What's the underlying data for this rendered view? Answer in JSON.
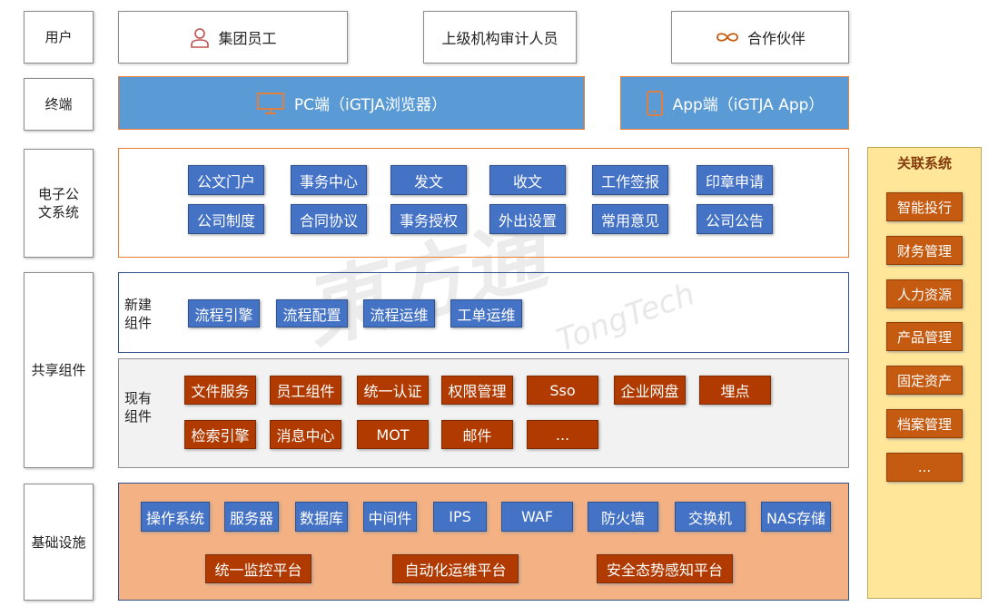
{
  "layers": {
    "users": "用户",
    "terminal": "终端",
    "edoc": "电子公文系统",
    "shared": "共享组件",
    "infra": "基础设施"
  },
  "users": [
    "集团员工",
    "上级机构审计人员",
    "合作伙伴"
  ],
  "terminals": [
    "PC端（iGTJA浏览器）",
    "App端（iGTJA App）"
  ],
  "edoc_items": [
    "公文门户",
    "事务中心",
    "发文",
    "收文",
    "工作签报",
    "印章申请",
    "公司制度",
    "合同协议",
    "事务授权",
    "外出设置",
    "常用意见",
    "公司公告"
  ],
  "new_components": {
    "label": "新建组件",
    "items": [
      "流程引擎",
      "流程配置",
      "流程运维",
      "工单运维"
    ]
  },
  "existing_components": {
    "label": "现有组件",
    "items": [
      "文件服务",
      "员工组件",
      "统一认证",
      "权限管理",
      "Sso",
      "企业网盘",
      "埋点",
      "检索引擎",
      "消息中心",
      "MOT",
      "邮件",
      "..."
    ]
  },
  "infra_items": [
    "操作系统",
    "服务器",
    "数据库",
    "中间件",
    "IPS",
    "WAF",
    "防火墙",
    "交换机",
    "NAS存储"
  ],
  "infra_platforms": [
    "统一监控平台",
    "自动化运维平台",
    "安全态势感知平台"
  ],
  "related": {
    "title": "关联系统",
    "items": [
      "智能投行",
      "财务管理",
      "人力资源",
      "产品管理",
      "固定资产",
      "档案管理",
      "..."
    ]
  },
  "watermark": "東方通 TongTech"
}
